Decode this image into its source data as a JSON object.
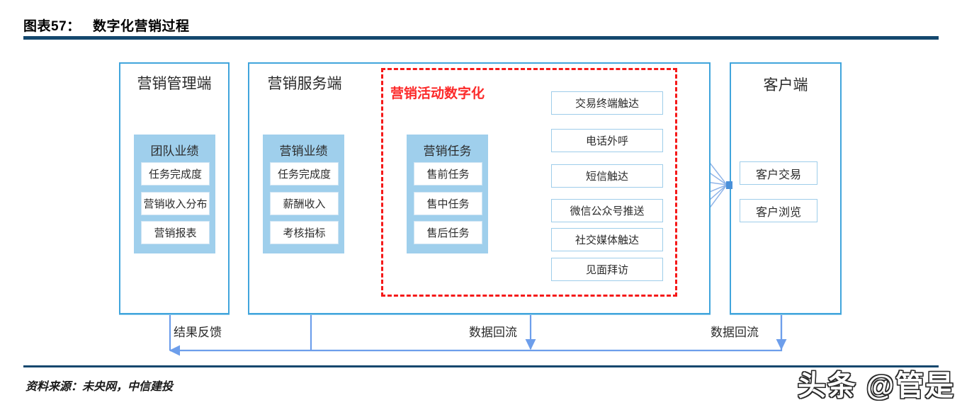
{
  "header": {
    "figure_label": "图表57：",
    "figure_number": "57",
    "title": "数字化营销过程",
    "rule_color": "#14486e"
  },
  "footer": {
    "source": "资料来源：未央网，中信建投",
    "watermark": "头条 @管是"
  },
  "colors": {
    "panel_border": "#41a5dc",
    "group_fill": "#9fcfec",
    "dashed_border": "#f51919",
    "dashed_title": "#fc2a2a",
    "arrow": "#6d9eeb",
    "sub_box_border": "#cfe4f3"
  },
  "diagram": {
    "panels": [
      {
        "id": "admin",
        "title": "营销管理端",
        "group": {
          "title": "团队业绩",
          "items": [
            "任务完成度",
            "营销收入分布",
            "营销报表"
          ]
        }
      },
      {
        "id": "service",
        "title": "营销服务端",
        "group": {
          "title": "营销业绩",
          "items": [
            "任务完成度",
            "薪酬收入",
            "考核指标"
          ]
        }
      },
      {
        "id": "client",
        "title": "客户端",
        "items": [
          "客户交易",
          "客户浏览"
        ]
      }
    ],
    "dashed_group": {
      "title": "营销活动数字化",
      "task_box": {
        "title": "营销任务",
        "items": [
          "售前任务",
          "售中任务",
          "售后任务"
        ]
      },
      "channels": [
        "交易终端触达",
        "电话外呼",
        "短信触达",
        "微信公众号推送",
        "社交媒体触达",
        "见面拜访"
      ]
    },
    "flow_labels": {
      "result_feedback": "结果反馈",
      "data_return_mid": "数据回流",
      "data_return_right": "数据回流"
    }
  }
}
